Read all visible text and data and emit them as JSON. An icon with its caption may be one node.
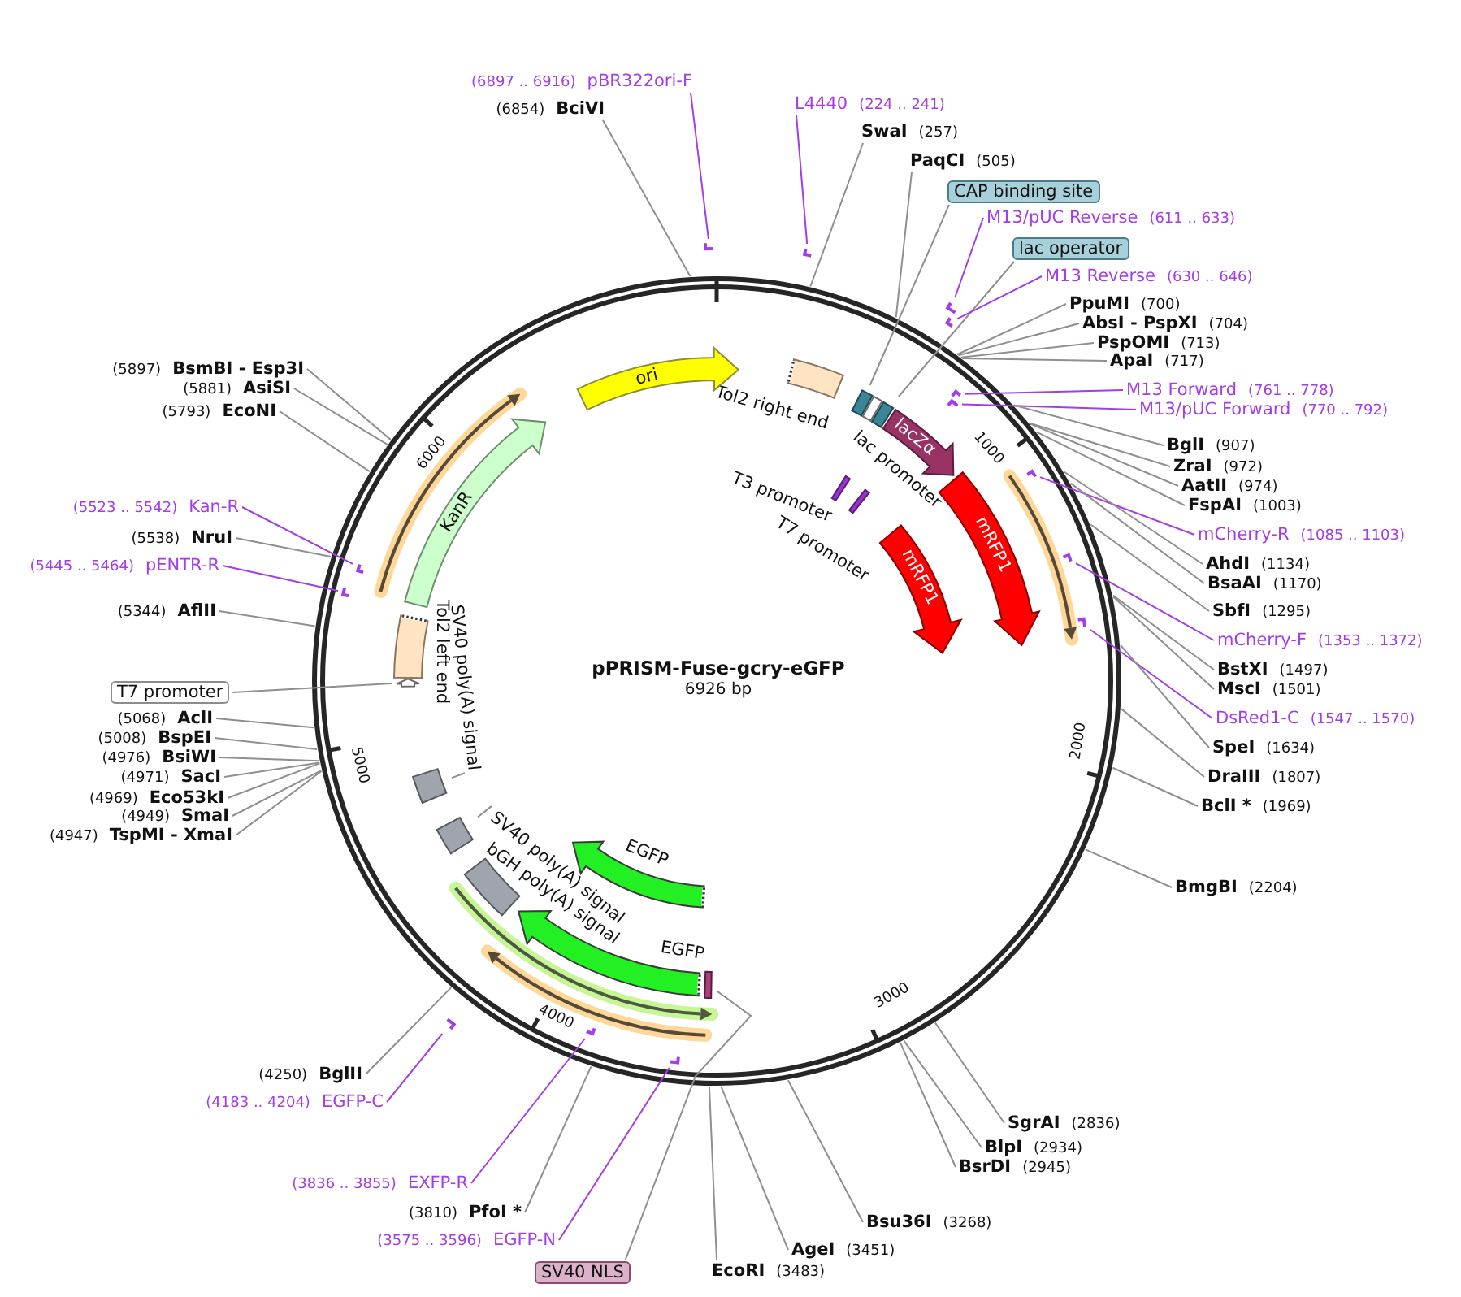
{
  "diagram": {
    "title": "pPRISM-Fuse-gcry-eGFP",
    "nodes": [
      {
        "text": [
          "(6897 .. 6916)",
          "pBR322ori-F"
        ]
      },
      {
        "text": [],
        "shape": "bar"
      },
      {
        "text": [
          "(6854)",
          "BciVI"
        ]
      },
      {
        "text": [
          "L4440",
          "(224 .. 241)"
        ]
      },
      {
        "text": [],
        "shape": "bar"
      },
      {
        "text": [
          "SwaI",
          "(257)"
        ]
      },
      {
        "text": [
          "PaqCI",
          "(505)"
        ]
      },
      {
        "text": [
          "CAP binding site"
        ]
      },
      {
        "text": [
          "M13/pUC Reverse",
          "(611 .. 633)"
        ]
      },
      {
        "text": [],
        "shape": "bar"
      },
      {
        "text": [
          "lac operator"
        ]
      },
      {
        "text": [
          "M13 Reverse",
          "(630 .. 646)"
        ]
      },
      {
        "text": [],
        "shape": "bar"
      },
      {
        "text": [
          "PpuMI",
          "(700)"
        ]
      },
      {
        "text": [
          "AbsI - PspXI",
          "(704)"
        ]
      },
      {
        "text": [
          "PspOMI",
          "(713)"
        ]
      },
      {
        "text": [
          "ApaI",
          "(717)"
        ]
      },
      {
        "text": [
          "M13 Forward",
          "(761 .. 778)"
        ]
      },
      {
        "text": [],
        "shape": "bar"
      },
      {
        "text": [
          "M13/pUC Forward",
          "(770 .. 792)"
        ]
      },
      {
        "text": [],
        "shape": "bar"
      },
      {
        "text": [
          "BglI",
          "(907)"
        ]
      },
      {
        "text": [
          "ZraI",
          "(972)"
        ]
      },
      {
        "text": [
          "AatII",
          "(974)"
        ]
      },
      {
        "text": [
          "FspAI",
          "(1003)"
        ]
      },
      {
        "text": [
          "mCherry-R",
          "(1085 .. 1103)"
        ]
      },
      {
        "text": [],
        "shape": "bar"
      },
      {
        "text": [
          "AhdI",
          "(1134)"
        ]
      },
      {
        "text": [
          "BsaAI",
          "(1170)"
        ]
      },
      {
        "text": [
          "SbfI",
          "(1295)"
        ]
      },
      {
        "text": [
          "mCherry-F",
          "(1353 .. 1372)"
        ]
      },
      {
        "text": [],
        "shape": "bar"
      },
      {
        "text": [
          "BstXI",
          "(1497)"
        ]
      },
      {
        "text": [
          "MscI",
          "(1501)"
        ]
      },
      {
        "text": [
          "DsRed1-C",
          "(1547 .. 1570)"
        ]
      },
      {
        "text": [],
        "shape": "bar"
      },
      {
        "text": [
          "SpeI",
          "(1634)"
        ]
      },
      {
        "text": [
          "DraIII",
          "(1807)"
        ]
      },
      {
        "text": [
          "BclI *",
          "(1969)"
        ]
      },
      {
        "text": [
          "BmgBI",
          "(2204)"
        ]
      },
      {
        "text": [
          "SgrAI",
          "(2836)"
        ]
      },
      {
        "text": [
          "BlpI",
          "(2934)"
        ]
      },
      {
        "text": [
          "BsrDI",
          "(2945)"
        ]
      },
      {
        "text": [
          "Bsu36I",
          "(3268)"
        ]
      },
      {
        "text": [
          "AgeI",
          "(3451)"
        ]
      },
      {
        "text": [
          "EcoRI",
          "(3483)"
        ]
      },
      {
        "text": [
          "SV40 NLS"
        ]
      },
      {
        "text": [
          "(3575 .. 3596)",
          "EGFP-N"
        ]
      },
      {
        "text": [],
        "shape": "bar"
      },
      {
        "text": [
          "(3810)",
          "PfoI *"
        ]
      },
      {
        "text": [
          "(3836 .. 3855)",
          "EXFP-R"
        ]
      },
      {
        "text": [],
        "shape": "bar"
      },
      {
        "text": [
          "(4183 .. 4204)",
          "EGFP-C"
        ]
      },
      {
        "text": [],
        "shape": "bar"
      },
      {
        "text": [
          "(4250)",
          "BglII"
        ]
      },
      {
        "text": [
          "(4947)",
          "TspMI - XmaI"
        ]
      },
      {
        "text": [
          "(4949)",
          "SmaI"
        ]
      },
      {
        "text": [
          "(4969)",
          "Eco53kI"
        ]
      },
      {
        "text": [
          "(4971)",
          "SacI"
        ]
      },
      {
        "text": [
          "(4976)",
          "BsiWI"
        ]
      },
      {
        "text": [
          "(5008)",
          "BspEI"
        ]
      },
      {
        "text": [
          "(5068)",
          "AclI"
        ]
      },
      {
        "text": [
          "T7 promoter"
        ]
      },
      {
        "text": [
          "(5344)",
          "AflII"
        ]
      },
      {
        "text": [
          "(5445 .. 5464)",
          "pENTR-R"
        ]
      },
      {
        "text": [],
        "shape": "bar"
      },
      {
        "text": [
          "(5538)",
          "NruI"
        ]
      },
      {
        "text": [
          "(5523 .. 5542)",
          "Kan-R"
        ]
      },
      {
        "text": [],
        "shape": "bar"
      },
      {
        "text": [
          "(5793)",
          "EcoNI"
        ]
      },
      {
        "text": [
          "(5881)",
          "AsiSI"
        ]
      },
      {
        "text": [
          "(5897)",
          "BsmBI - Esp3I"
        ]
      },
      {
        "text": [
          "Tol2 right end"
        ]
      },
      {
        "text": [],
        "shape": "box"
      },
      {
        "text": [
          "lac promoter"
        ]
      },
      {
        "text": [],
        "shape": "box"
      },
      {
        "text": [
          "lacZα"
        ]
      },
      {
        "text": [
          "mRFP1"
        ]
      },
      {
        "text": [
          "T3 promoter"
        ]
      },
      {
        "text": [
          "T7 promoter"
        ]
      },
      {
        "text": [
          "mRFP1"
        ]
      },
      {
        "text": [],
        "shape": "box"
      },
      {
        "text": [
          "EGFP"
        ]
      },
      {
        "text": [
          "EGFP"
        ]
      },
      {
        "text": [
          "bGH poly(A) signal"
        ]
      },
      {
        "text": [],
        "shape": "box"
      },
      {
        "text": [
          "SV40 poly(A) signal"
        ]
      },
      {
        "text": [],
        "shape": "box"
      },
      {
        "text": [
          "SV40 poly(A) signal"
        ]
      },
      {
        "text": [],
        "shape": "arrow"
      },
      {
        "text": [
          "Tol2 left end"
        ]
      },
      {
        "text": [
          "KanR"
        ]
      },
      {
        "text": [
          "ori"
        ]
      }
    ],
    "edges": [
      {
        "from": 0,
        "to": 1,
        "arrow": "none",
        "color": "#a33de8"
      },
      {
        "from": 2,
        "to": null,
        "arrow": "none"
      },
      {
        "from": 3,
        "to": 4,
        "arrow": "none",
        "color": "#a33de8"
      },
      {
        "from": 5,
        "to": null,
        "arrow": "none"
      },
      {
        "from": 6,
        "to": null,
        "arrow": "none"
      },
      {
        "from": 7,
        "to": 73,
        "arrow": "none"
      },
      {
        "from": 8,
        "to": 9,
        "arrow": "none",
        "color": "#a33de8"
      },
      {
        "from": 10,
        "to": 75,
        "arrow": "none"
      },
      {
        "from": 11,
        "to": 12,
        "arrow": "none",
        "color": "#a33de8"
      },
      {
        "from": 13,
        "to": null,
        "arrow": "none"
      },
      {
        "from": 14,
        "to": null,
        "arrow": "none"
      },
      {
        "from": 15,
        "to": null,
        "arrow": "none"
      },
      {
        "from": 16,
        "to": null,
        "arrow": "none"
      },
      {
        "from": 17,
        "to": 18,
        "arrow": "none",
        "color": "#a33de8"
      },
      {
        "from": 19,
        "to": 20,
        "arrow": "none",
        "color": "#a33de8"
      },
      {
        "from": 21,
        "to": null,
        "arrow": "none"
      },
      {
        "from": 22,
        "to": null,
        "arrow": "none"
      },
      {
        "from": 23,
        "to": null,
        "arrow": "none"
      },
      {
        "from": 24,
        "to": null,
        "arrow": "none"
      },
      {
        "from": 25,
        "to": 26,
        "arrow": "none",
        "color": "#a33de8"
      },
      {
        "from": 27,
        "to": null,
        "arrow": "none"
      },
      {
        "from": 28,
        "to": null,
        "arrow": "none"
      },
      {
        "from": 29,
        "to": null,
        "arrow": "none"
      },
      {
        "from": 30,
        "to": 31,
        "arrow": "none",
        "color": "#a33de8"
      },
      {
        "from": 32,
        "to": null,
        "arrow": "none"
      },
      {
        "from": 33,
        "to": null,
        "arrow": "none"
      },
      {
        "from": 34,
        "to": 35,
        "arrow": "none",
        "color": "#a33de8"
      },
      {
        "from": 36,
        "to": null,
        "arrow": "none"
      },
      {
        "from": 37,
        "to": null,
        "arrow": "none"
      },
      {
        "from": 38,
        "to": null,
        "arrow": "none"
      },
      {
        "from": 39,
        "to": null,
        "arrow": "none"
      },
      {
        "from": 40,
        "to": null,
        "arrow": "none"
      },
      {
        "from": 41,
        "to": null,
        "arrow": "none"
      },
      {
        "from": 42,
        "to": null,
        "arrow": "none"
      },
      {
        "from": 43,
        "to": null,
        "arrow": "none"
      },
      {
        "from": 44,
        "to": null,
        "arrow": "none"
      },
      {
        "from": 45,
        "to": null,
        "arrow": "none"
      },
      {
        "from": 46,
        "to": 81,
        "arrow": "none"
      },
      {
        "from": 47,
        "to": 48,
        "arrow": "none",
        "color": "#a33de8"
      },
      {
        "from": 49,
        "to": null,
        "arrow": "none"
      },
      {
        "from": 50,
        "to": 51,
        "arrow": "none",
        "color": "#a33de8"
      },
      {
        "from": 52,
        "to": 53,
        "arrow": "none",
        "color": "#a33de8"
      },
      {
        "from": 54,
        "to": null,
        "arrow": "none"
      },
      {
        "from": 55,
        "to": null,
        "arrow": "none"
      },
      {
        "from": 56,
        "to": null,
        "arrow": "none"
      },
      {
        "from": 57,
        "to": null,
        "arrow": "none"
      },
      {
        "from": 58,
        "to": null,
        "arrow": "none"
      },
      {
        "from": 59,
        "to": null,
        "arrow": "none"
      },
      {
        "from": 60,
        "to": null,
        "arrow": "none"
      },
      {
        "from": 61,
        "to": null,
        "arrow": "none"
      },
      {
        "from": 62,
        "to": 89,
        "arrow": "none"
      },
      {
        "from": 63,
        "to": null,
        "arrow": "none"
      },
      {
        "from": 64,
        "to": 65,
        "arrow": "none",
        "color": "#a33de8"
      },
      {
        "from": 66,
        "to": null,
        "arrow": "none"
      },
      {
        "from": 67,
        "to": 68,
        "arrow": "none",
        "color": "#a33de8"
      },
      {
        "from": 69,
        "to": null,
        "arrow": "none"
      },
      {
        "from": 70,
        "to": null,
        "arrow": "none"
      },
      {
        "from": 71,
        "to": null,
        "arrow": "none"
      },
      {
        "from": 86,
        "to": 85,
        "arrow": "none"
      },
      {
        "from": 88,
        "to": 87,
        "arrow": "none"
      }
    ],
    "labels": [
      "6926 bp",
      "1000",
      "2000",
      "3000",
      "4000",
      "5000",
      "6000"
    ]
  }
}
